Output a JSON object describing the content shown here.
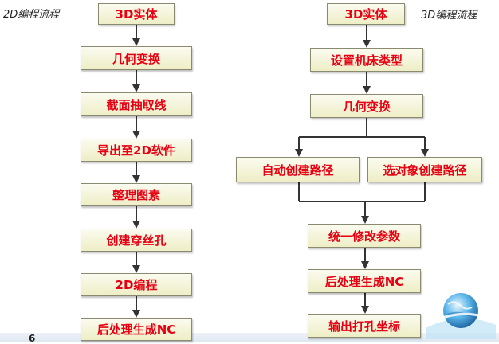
{
  "left_flow": {
    "caption": "2D编程流程",
    "steps": [
      "3D实体",
      "几何变换",
      "截面抽取线",
      "导出至2D软件",
      "整理图素",
      "创建穿丝孔",
      "2D编程",
      "后处理生成NC"
    ]
  },
  "right_flow": {
    "caption": "3D编程流程",
    "top_steps": [
      "3D实体",
      "设置机床类型",
      "几何变换"
    ],
    "branches": [
      "自动创建路径",
      "选对象创建路径"
    ],
    "bottom_steps": [
      "统一修改参数",
      "后处理生成NC",
      "输出打孔坐标"
    ]
  },
  "page_number": "6",
  "colors": {
    "text": "#e60012",
    "box_fill_top": "#fbfbf0",
    "box_fill_bottom": "#eeeec6",
    "connector": "#333333"
  }
}
